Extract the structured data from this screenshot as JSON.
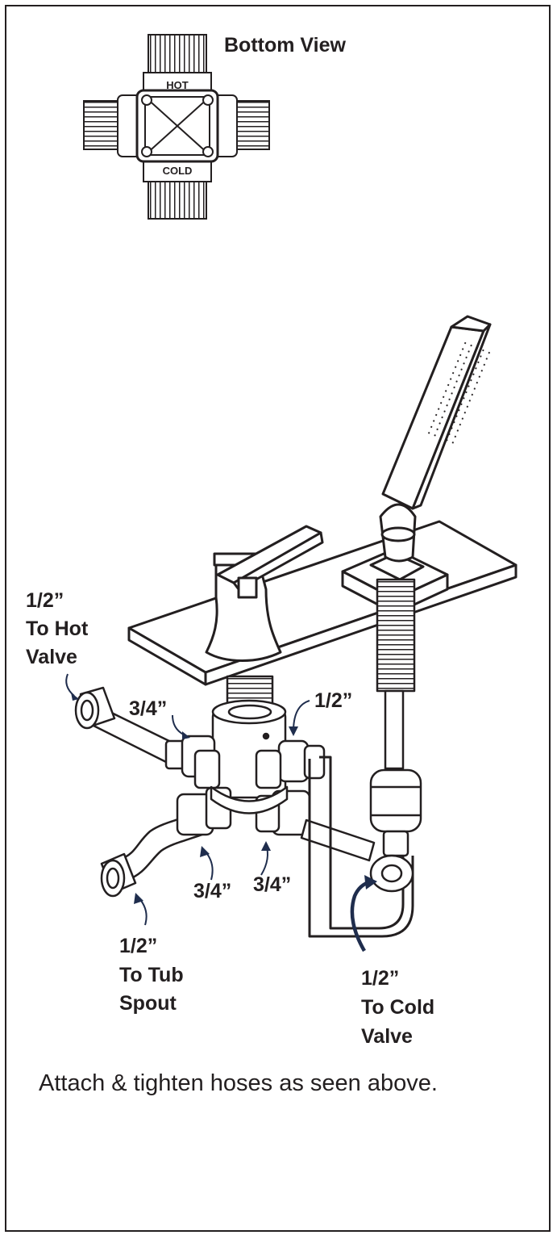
{
  "bottom_view": {
    "title": "Bottom View",
    "hot_label": "HOT",
    "cold_label": "COLD"
  },
  "callouts": {
    "hot_valve": [
      "1/2”",
      "To Hot",
      "Valve"
    ],
    "tub_spout": [
      "1/2”",
      "To Tub",
      "Spout"
    ],
    "cold_valve": [
      "1/2”",
      "To Cold",
      "Valve"
    ],
    "port_upper_left": "3/4”",
    "port_upper_right": "1/2”",
    "port_lower_left": "3/4”",
    "port_lower_right": "3/4”"
  },
  "instruction": "Attach & tighten hoses as seen above.",
  "colors": {
    "line": "#231f20",
    "accent": "#1f2d4d",
    "paper": "#ffffff"
  }
}
